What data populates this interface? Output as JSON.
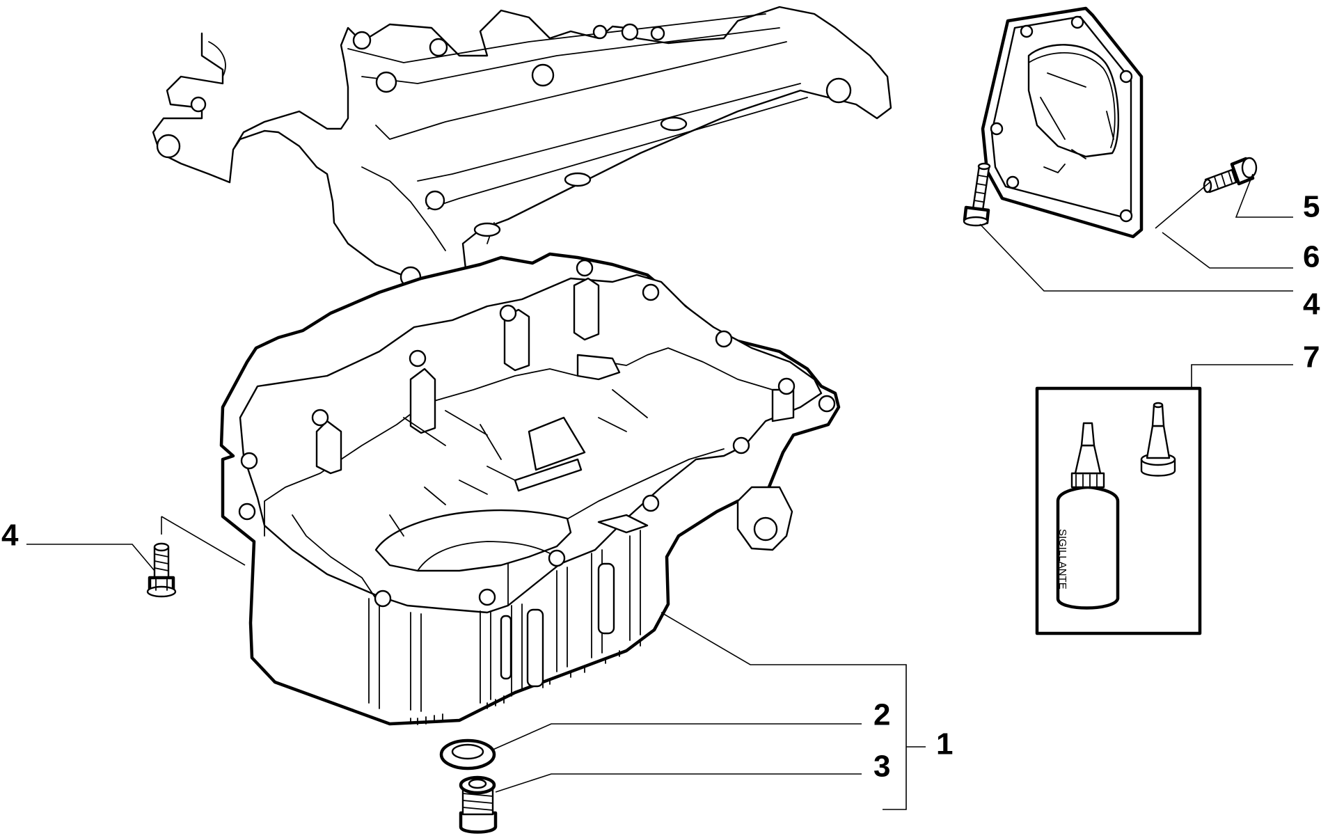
{
  "callouts": [
    {
      "id": "c1",
      "label": "1"
    },
    {
      "id": "c2",
      "label": "2"
    },
    {
      "id": "c3",
      "label": "3"
    },
    {
      "id": "c4a",
      "label": "4"
    },
    {
      "id": "c4b",
      "label": "4"
    },
    {
      "id": "c5",
      "label": "5"
    },
    {
      "id": "c6",
      "label": "6"
    },
    {
      "id": "c7",
      "label": "7"
    }
  ],
  "sealant_bottle": {
    "label": "SIGILLANTE"
  }
}
